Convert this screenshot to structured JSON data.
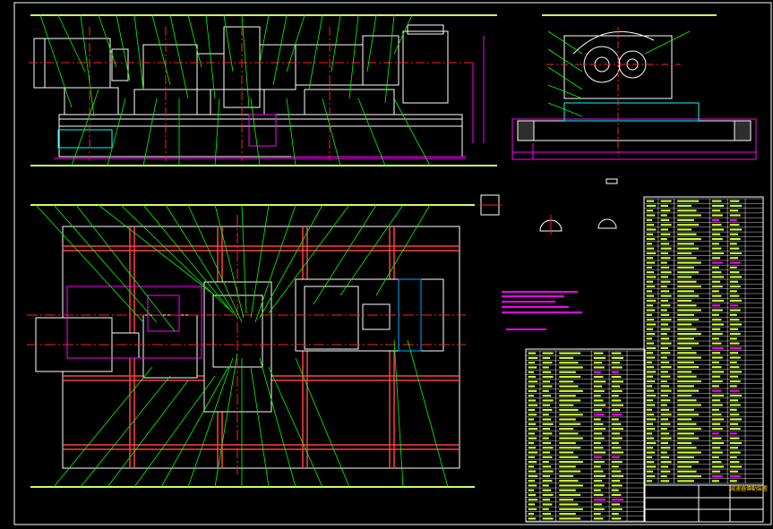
{
  "drawing": {
    "background": "#000000",
    "colors": {
      "outline": "#ffffff",
      "leader": "#00ff00",
      "centerline": "#ff2020",
      "dimension": "#ff00ff",
      "hidden": "#00ffff",
      "table_text": "#ffff00",
      "title_text": "#ffd800"
    },
    "views": [
      "front-view",
      "side-view",
      "top-view",
      "detail-sections",
      "parts-list",
      "title-block"
    ],
    "title_block": {
      "drawing_title": "減速器傳動裝置"
    }
  }
}
